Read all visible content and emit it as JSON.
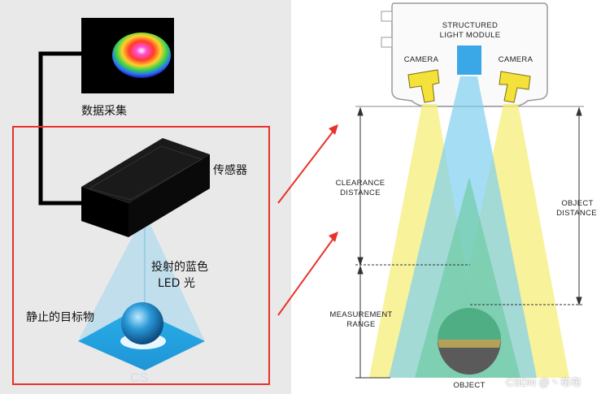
{
  "left_panel": {
    "data_acquisition": "数据采集",
    "sensor": "传感器",
    "projected_light_line1": "投射的蓝色",
    "projected_light_line2": "LED 光",
    "static_object": "静止的目标物"
  },
  "right_panel": {
    "module_line1": "STRUCTURED",
    "module_line2": "LIGHT MODULE",
    "camera_left": "CAMERA",
    "camera_right": "CAMERA",
    "clearance_line1": "CLEARANCE",
    "clearance_line2": "DISTANCE",
    "object_distance_line1": "OBJECT",
    "object_distance_line2": "DISTANCE",
    "measurement_line1": "MEASUREMENT",
    "measurement_line2": "RANGE",
    "object": "OBJECT"
  },
  "watermark": "CSDN @丶布布",
  "colors": {
    "highlight_box": "#e8322a",
    "light_blue": "#7fd0ef",
    "camera_yellow": "#f5e64a",
    "object_green": "#6cc9a0"
  }
}
